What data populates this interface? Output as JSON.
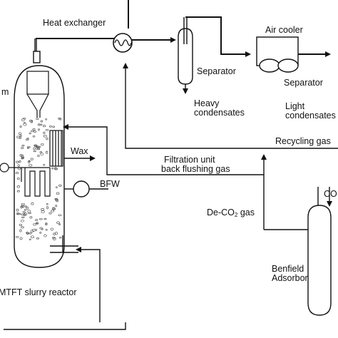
{
  "labels": {
    "heat_exchanger": "Heat exchanger",
    "separator_1": "Separator",
    "air_cooler": "Air cooler",
    "separator_2": "Separator",
    "heavy_condensates_1": "Heavy",
    "heavy_condensates_2": "condensates",
    "light_condensates_1": "Light",
    "light_condensates_2": "condensates",
    "recycling_gas": "Recycling gas",
    "wax": "Wax",
    "filtration_1": "Filtration unit",
    "filtration_2": "back flushing gas",
    "bfw": "BFW",
    "deco2_prefix": "De-CO",
    "deco2_sub": "2",
    "deco2_suffix": " gas",
    "co2_partial": "CO",
    "benfield_1": "Benfield",
    "benfield_2": "Adsorbor",
    "reactor": "MTFT slurry reactor",
    "left_edge_partial": "m"
  },
  "colors": {
    "line": "#111111",
    "bubble": "#555555",
    "background": "#ffffff"
  }
}
